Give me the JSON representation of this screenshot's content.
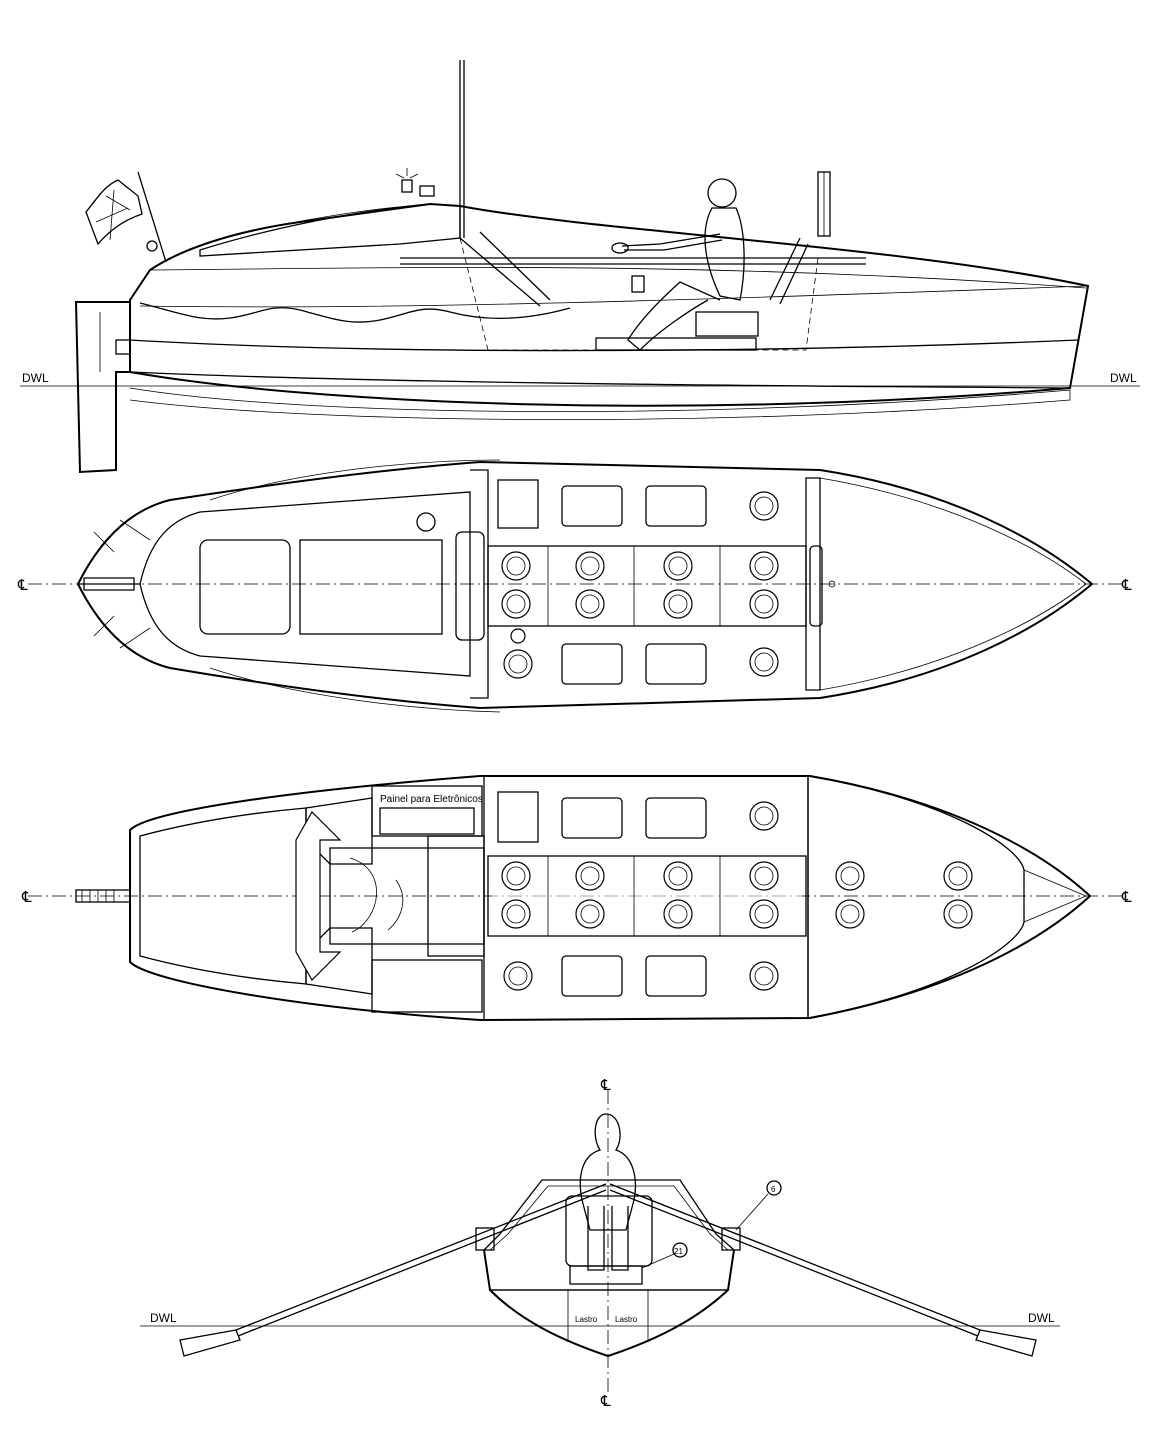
{
  "labels": {
    "waterline": "DWL",
    "centerline": "℄",
    "panel_label": "Painel para Eletrônicos",
    "callout_a": "21",
    "callout_b": "6",
    "tank_a": "Lastro",
    "tank_b": "Lastro"
  },
  "views": [
    "side-profile",
    "deck-plan",
    "interior-plan",
    "midship-section"
  ]
}
